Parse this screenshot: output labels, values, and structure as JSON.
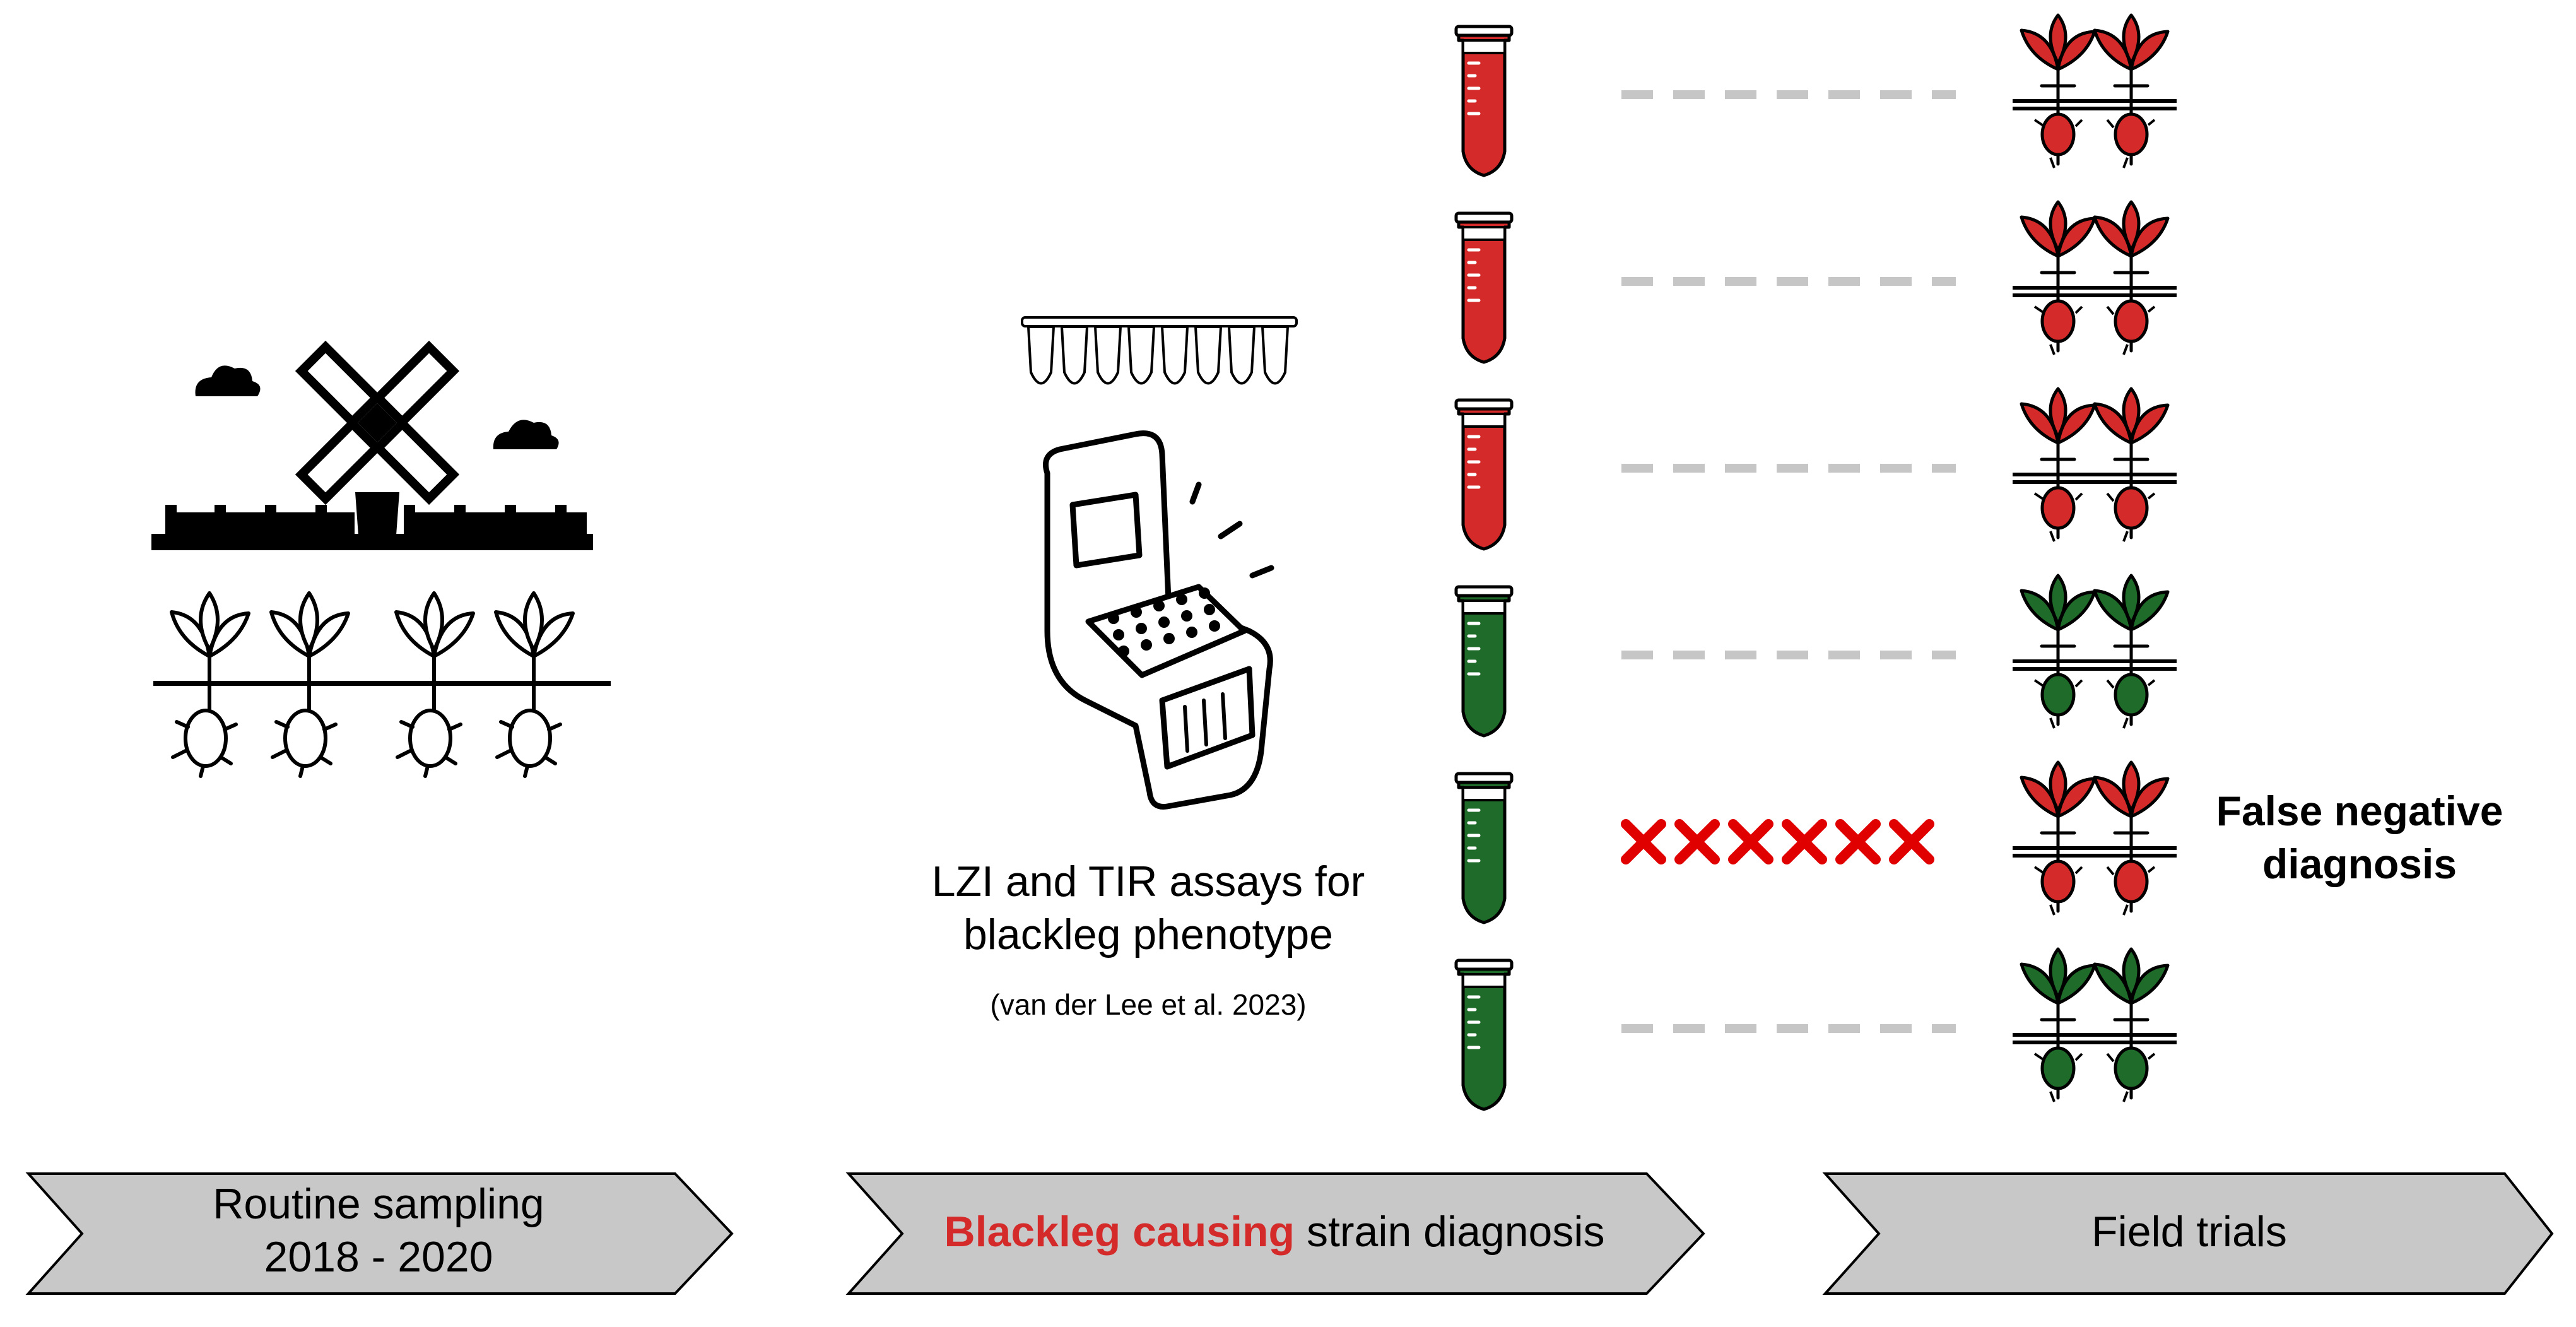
{
  "assay": {
    "line1": "LZI and TIR assays for",
    "line2": "blackleg phenotype",
    "citation": "(van der Lee et al. 2023)"
  },
  "false_negative": {
    "line1": "False negative",
    "line2": "diagnosis"
  },
  "steps": [
    {
      "line1": "Routine sampling",
      "line2": "2018 - 2020"
    },
    {
      "highlight": "Blackleg causing",
      "rest": " strain diagnosis"
    },
    {
      "line1": "Field trials"
    }
  ],
  "rows": [
    {
      "tube": "red",
      "link": "dashed",
      "plants": "red"
    },
    {
      "tube": "red",
      "link": "dashed",
      "plants": "red"
    },
    {
      "tube": "red",
      "link": "dashed",
      "plants": "red"
    },
    {
      "tube": "green",
      "link": "dashed",
      "plants": "green"
    },
    {
      "tube": "green",
      "link": "mismatch",
      "plants": "red"
    },
    {
      "tube": "green",
      "link": "dashed",
      "plants": "green"
    }
  ],
  "colors": {
    "red": "#d42a2a",
    "green": "#1e6b2a",
    "arrow_fill": "#c8c8c8",
    "highlight_text": "#d42a2a",
    "dash": "#c6c6c6",
    "cross": "#e00000"
  },
  "icons": [
    "windmill-icon",
    "cloud-icon",
    "sprout-icon",
    "pcr-strip-icon",
    "pcr-machine-icon",
    "sample-tube-icon",
    "plant-pair-icon"
  ]
}
